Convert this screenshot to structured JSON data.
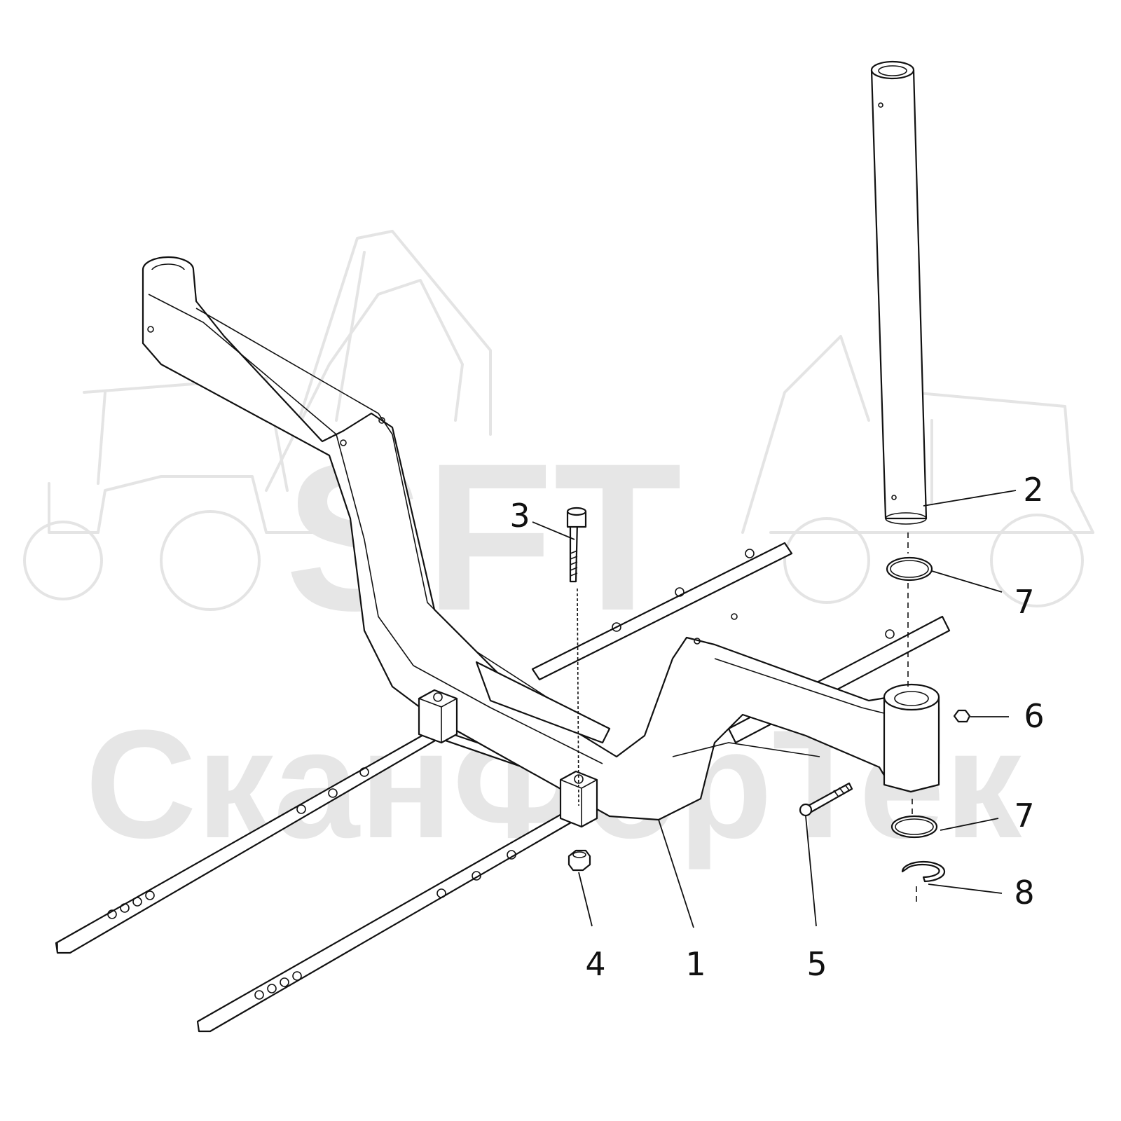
{
  "watermark": {
    "logo_text": "SFT",
    "company_text": "СканФорТек"
  },
  "callouts": [
    {
      "id": "c1",
      "label": "1"
    },
    {
      "id": "c2",
      "label": "2"
    },
    {
      "id": "c3",
      "label": "3"
    },
    {
      "id": "c4",
      "label": "4"
    },
    {
      "id": "c5",
      "label": "5"
    },
    {
      "id": "c6",
      "label": "6"
    },
    {
      "id": "c7a",
      "label": "7"
    },
    {
      "id": "c7b",
      "label": "7"
    },
    {
      "id": "c8",
      "label": "8"
    }
  ]
}
